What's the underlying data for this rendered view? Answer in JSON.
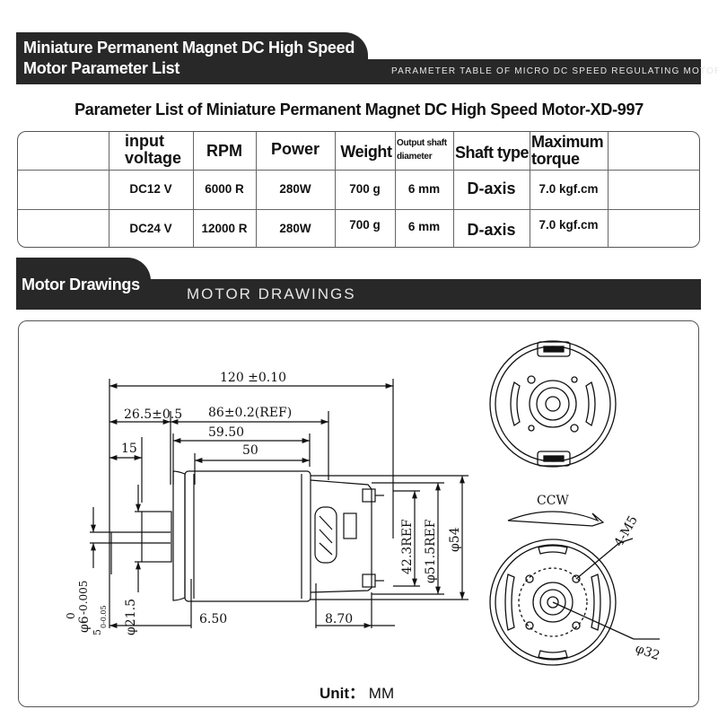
{
  "header1": {
    "title_line1": "Miniature Permanent Magnet DC High Speed",
    "title_line2": "Motor Parameter List",
    "subtitle": "PARAMETER TABLE OF MICRO DC SPEED REGULATING MOTOR"
  },
  "table": {
    "title": "Parameter List of Miniature Permanent Magnet DC High Speed Motor-XD-997",
    "headers": {
      "voltage_line1": "input",
      "voltage_line2": "voltage",
      "rpm": "RPM",
      "power": "Power",
      "weight": "Weight",
      "shaft_diameter_line1": "Output shaft",
      "shaft_diameter_line2": "diameter",
      "shaft_type": "Shaft type",
      "torque_line1": "Maximum",
      "torque_line2": "torque"
    },
    "rows": [
      {
        "voltage": "DC12 V",
        "rpm": "6000 R",
        "power": "280W",
        "weight": "700 g",
        "shaft_diameter": "6 mm",
        "shaft_type": "D-axis",
        "torque": "7.0 kgf.cm"
      },
      {
        "voltage": "DC24 V",
        "rpm": "12000 R",
        "power": "280W",
        "weight": "700 g",
        "shaft_diameter": "6 mm",
        "shaft_type": "D-axis",
        "torque": "7.0 kgf.cm"
      }
    ]
  },
  "header2": {
    "title": "Motor Drawings",
    "subtitle": "MOTOR DRAWINGS"
  },
  "drawing": {
    "dims": {
      "overall_length": "120 ±0.10",
      "offset": "26.5±0.5",
      "body_ref": "86±0.2(REF)",
      "length_59": "59.50",
      "length_50": "50",
      "shaft_15": "15",
      "len_6_50": "6.50",
      "len_8_70": "8.70",
      "d_42": "42.3REF",
      "d_51": "φ51.5REF",
      "d_54": "φ54",
      "d_21": "φ21.5",
      "shaft_dia": "φ6",
      "shaft_tol_top": "0",
      "shaft_tol_bottom": "-0.005",
      "shaft_flat": "5",
      "shaft_flat_tol": "0-0.05",
      "rotation": "CCW",
      "holes": "4-M5",
      "bolt_circle": "φ32"
    },
    "unit_label": "Unit：",
    "unit_value": "MM"
  }
}
